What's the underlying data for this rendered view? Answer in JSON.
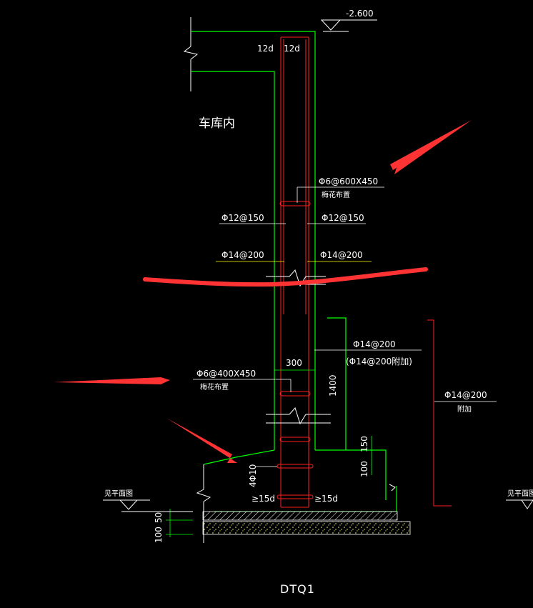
{
  "drawing": {
    "title": "DTQ1",
    "room_label": "车库内",
    "elevation_top": "-2.600",
    "dev_length_left": "12d",
    "dev_length_right": "12d",
    "tie_upper": "Φ6@600X450",
    "tie_upper_note": "梅花布置",
    "horiz_bar": "Φ12@150",
    "vert_bar": "Φ14@200",
    "add_bar_main": "Φ14@200",
    "add_bar_alt": "(Φ14@200附加)",
    "wall_thk": "300",
    "add_height": "1400",
    "tie_lower": "Φ6@400X450",
    "tie_lower_note": "梅花布置",
    "add_bar_right": "Φ14@200",
    "add_bar_right_note": "附加",
    "dim_150": "150",
    "dim_100": "100",
    "footing_bar": "4Φ10",
    "anchor_left": "≥15d",
    "anchor_right": "≥15d",
    "ref_plan_left": "见平面图",
    "ref_plan_right": "见平面图",
    "dim_50": "50",
    "dim_100b": "100"
  },
  "colors": {
    "background": "#000000",
    "wall": "#00ff00",
    "rebar": "#ff2020",
    "annotation_arrow": "#ff3333",
    "leader": "#ffff00",
    "text": "#ffffff"
  }
}
